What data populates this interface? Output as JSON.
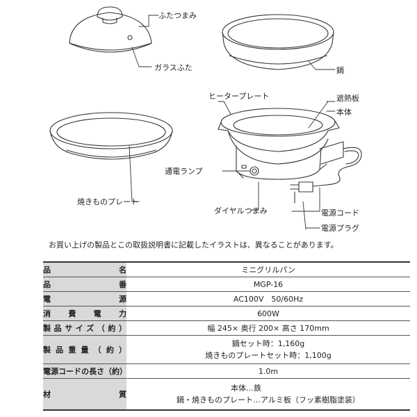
{
  "labels": {
    "futa_tsumami": "ふたつまみ",
    "glass_futa": "ガラスふた",
    "nabe": "鍋",
    "heater_plate": "ヒータープレート",
    "shanetsu_ban": "遮熱板",
    "hontai": "本体",
    "tsuuden_lamp": "通電ランプ",
    "yakimono_plate": "焼きものプレート",
    "dial_tsumami": "ダイヤルつまみ",
    "dengen_cord": "電源コード",
    "dengen_plug": "電源プラグ"
  },
  "note": "お買い上げの製品とこの取扱説明書に記載したイラストは、異なることがあります。",
  "specs": [
    {
      "key": "品名",
      "value": "ミニグリルパン"
    },
    {
      "key": "品番",
      "value": "MGP-16"
    },
    {
      "key": "電源",
      "value": "AC100V　50/60Hz"
    },
    {
      "key": "消費電力",
      "value": "600W"
    },
    {
      "key": "製品サイズ（約）",
      "value": "幅 245× 奥行 200× 高さ 170mm"
    },
    {
      "key": "製品重量（約）",
      "value_lines": [
        "鍋セット時：1,160g",
        "焼きものプレートセット時：1,100g"
      ]
    },
    {
      "key": "電源コードの長さ（約）",
      "value": "1.0m"
    },
    {
      "key": "材質",
      "value_lines": [
        "本体…鉄",
        "鍋・焼きものプレート…アルミ板（フッ素樹脂塗装）"
      ]
    }
  ]
}
